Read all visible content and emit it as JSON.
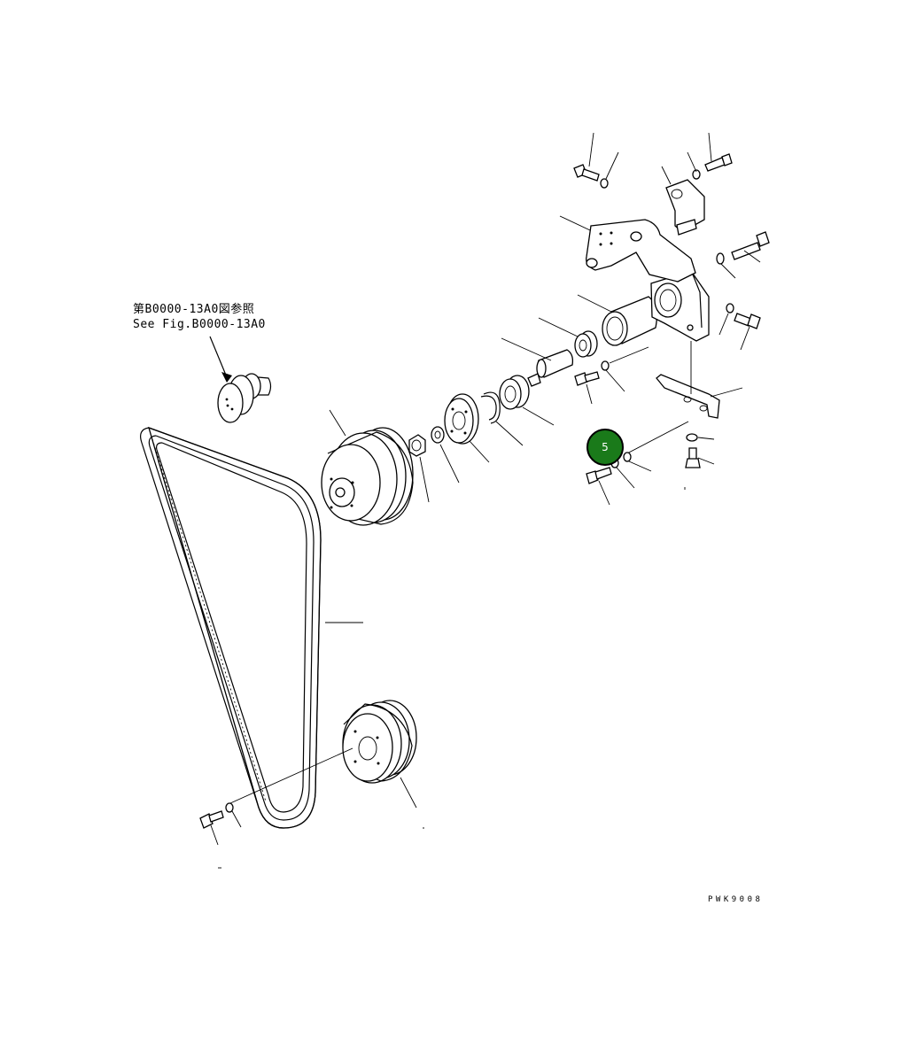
{
  "reference_note": {
    "line_jp": "第B0000-13A0図参照",
    "line_en": "See Fig.B0000-13A0"
  },
  "figure_code": "PWK9008",
  "callout": {
    "label": "5",
    "color": "#1a7a1a"
  }
}
